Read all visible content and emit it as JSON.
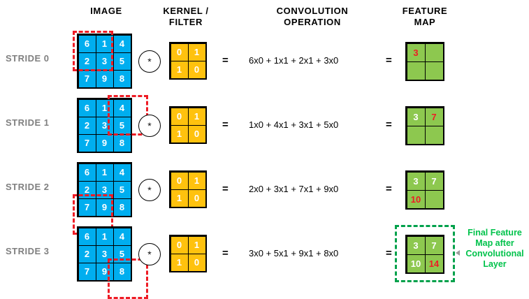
{
  "headers": {
    "image": "IMAGE",
    "kernel": "KERNEL /\nFILTER",
    "kernel_line1": "KERNEL /",
    "kernel_line2": "FILTER",
    "conv_line1": "CONVOLUTION",
    "conv_line2": "OPERATION",
    "fmap_line1": "FEATURE",
    "fmap_line2": "MAP"
  },
  "symbols": {
    "equals": "=",
    "convolution_operator": "*"
  },
  "colors": {
    "image_cell": "#00AEEF",
    "kernel_cell": "#FFC20E",
    "feature_cell": "#8DC84F",
    "selection_border": "#EE1C25",
    "new_value_text": "#EE1C25",
    "done_value_text": "#FFFFFF",
    "stride_label": "#808080",
    "final_annotation": "#00C24B"
  },
  "image_matrix": [
    [
      "6",
      "1",
      "4"
    ],
    [
      "2",
      "3",
      "5"
    ],
    [
      "7",
      "9",
      "8"
    ]
  ],
  "kernel_matrix": [
    [
      "0",
      "1"
    ],
    [
      "1",
      "0"
    ]
  ],
  "rows": [
    {
      "stride_label": "STRIDE 0",
      "selection": "top-left",
      "equation": "6x0 + 1x1 + 2x1 + 3x0",
      "feature_map": [
        [
          {
            "value": "3",
            "state": "new"
          },
          {
            "value": "",
            "state": "empty"
          }
        ],
        [
          {
            "value": "",
            "state": "empty"
          },
          {
            "value": "",
            "state": "empty"
          }
        ]
      ]
    },
    {
      "stride_label": "STRIDE 1",
      "selection": "top-right",
      "equation": "1x0 + 4x1 + 3x1 + 5x0",
      "feature_map": [
        [
          {
            "value": "3",
            "state": "done"
          },
          {
            "value": "7",
            "state": "new"
          }
        ],
        [
          {
            "value": "",
            "state": "empty"
          },
          {
            "value": "",
            "state": "empty"
          }
        ]
      ]
    },
    {
      "stride_label": "STRIDE 2",
      "selection": "bottom-left",
      "equation": "2x0 + 3x1 + 7x1 + 9x0",
      "feature_map": [
        [
          {
            "value": "3",
            "state": "done"
          },
          {
            "value": "7",
            "state": "done"
          }
        ],
        [
          {
            "value": "10",
            "state": "new"
          },
          {
            "value": "",
            "state": "empty"
          }
        ]
      ]
    },
    {
      "stride_label": "STRIDE 3",
      "selection": "bottom-right",
      "equation": "3x0 + 5x1 + 9x1 + 8x0",
      "feature_map": [
        [
          {
            "value": "3",
            "state": "done"
          },
          {
            "value": "7",
            "state": "done"
          }
        ],
        [
          {
            "value": "10",
            "state": "done"
          },
          {
            "value": "14",
            "state": "new"
          }
        ]
      ]
    }
  ],
  "final_annotation": {
    "line1": "Final Feature",
    "line2": "Map after",
    "line3": "Convolutional",
    "line4": "Layer"
  }
}
